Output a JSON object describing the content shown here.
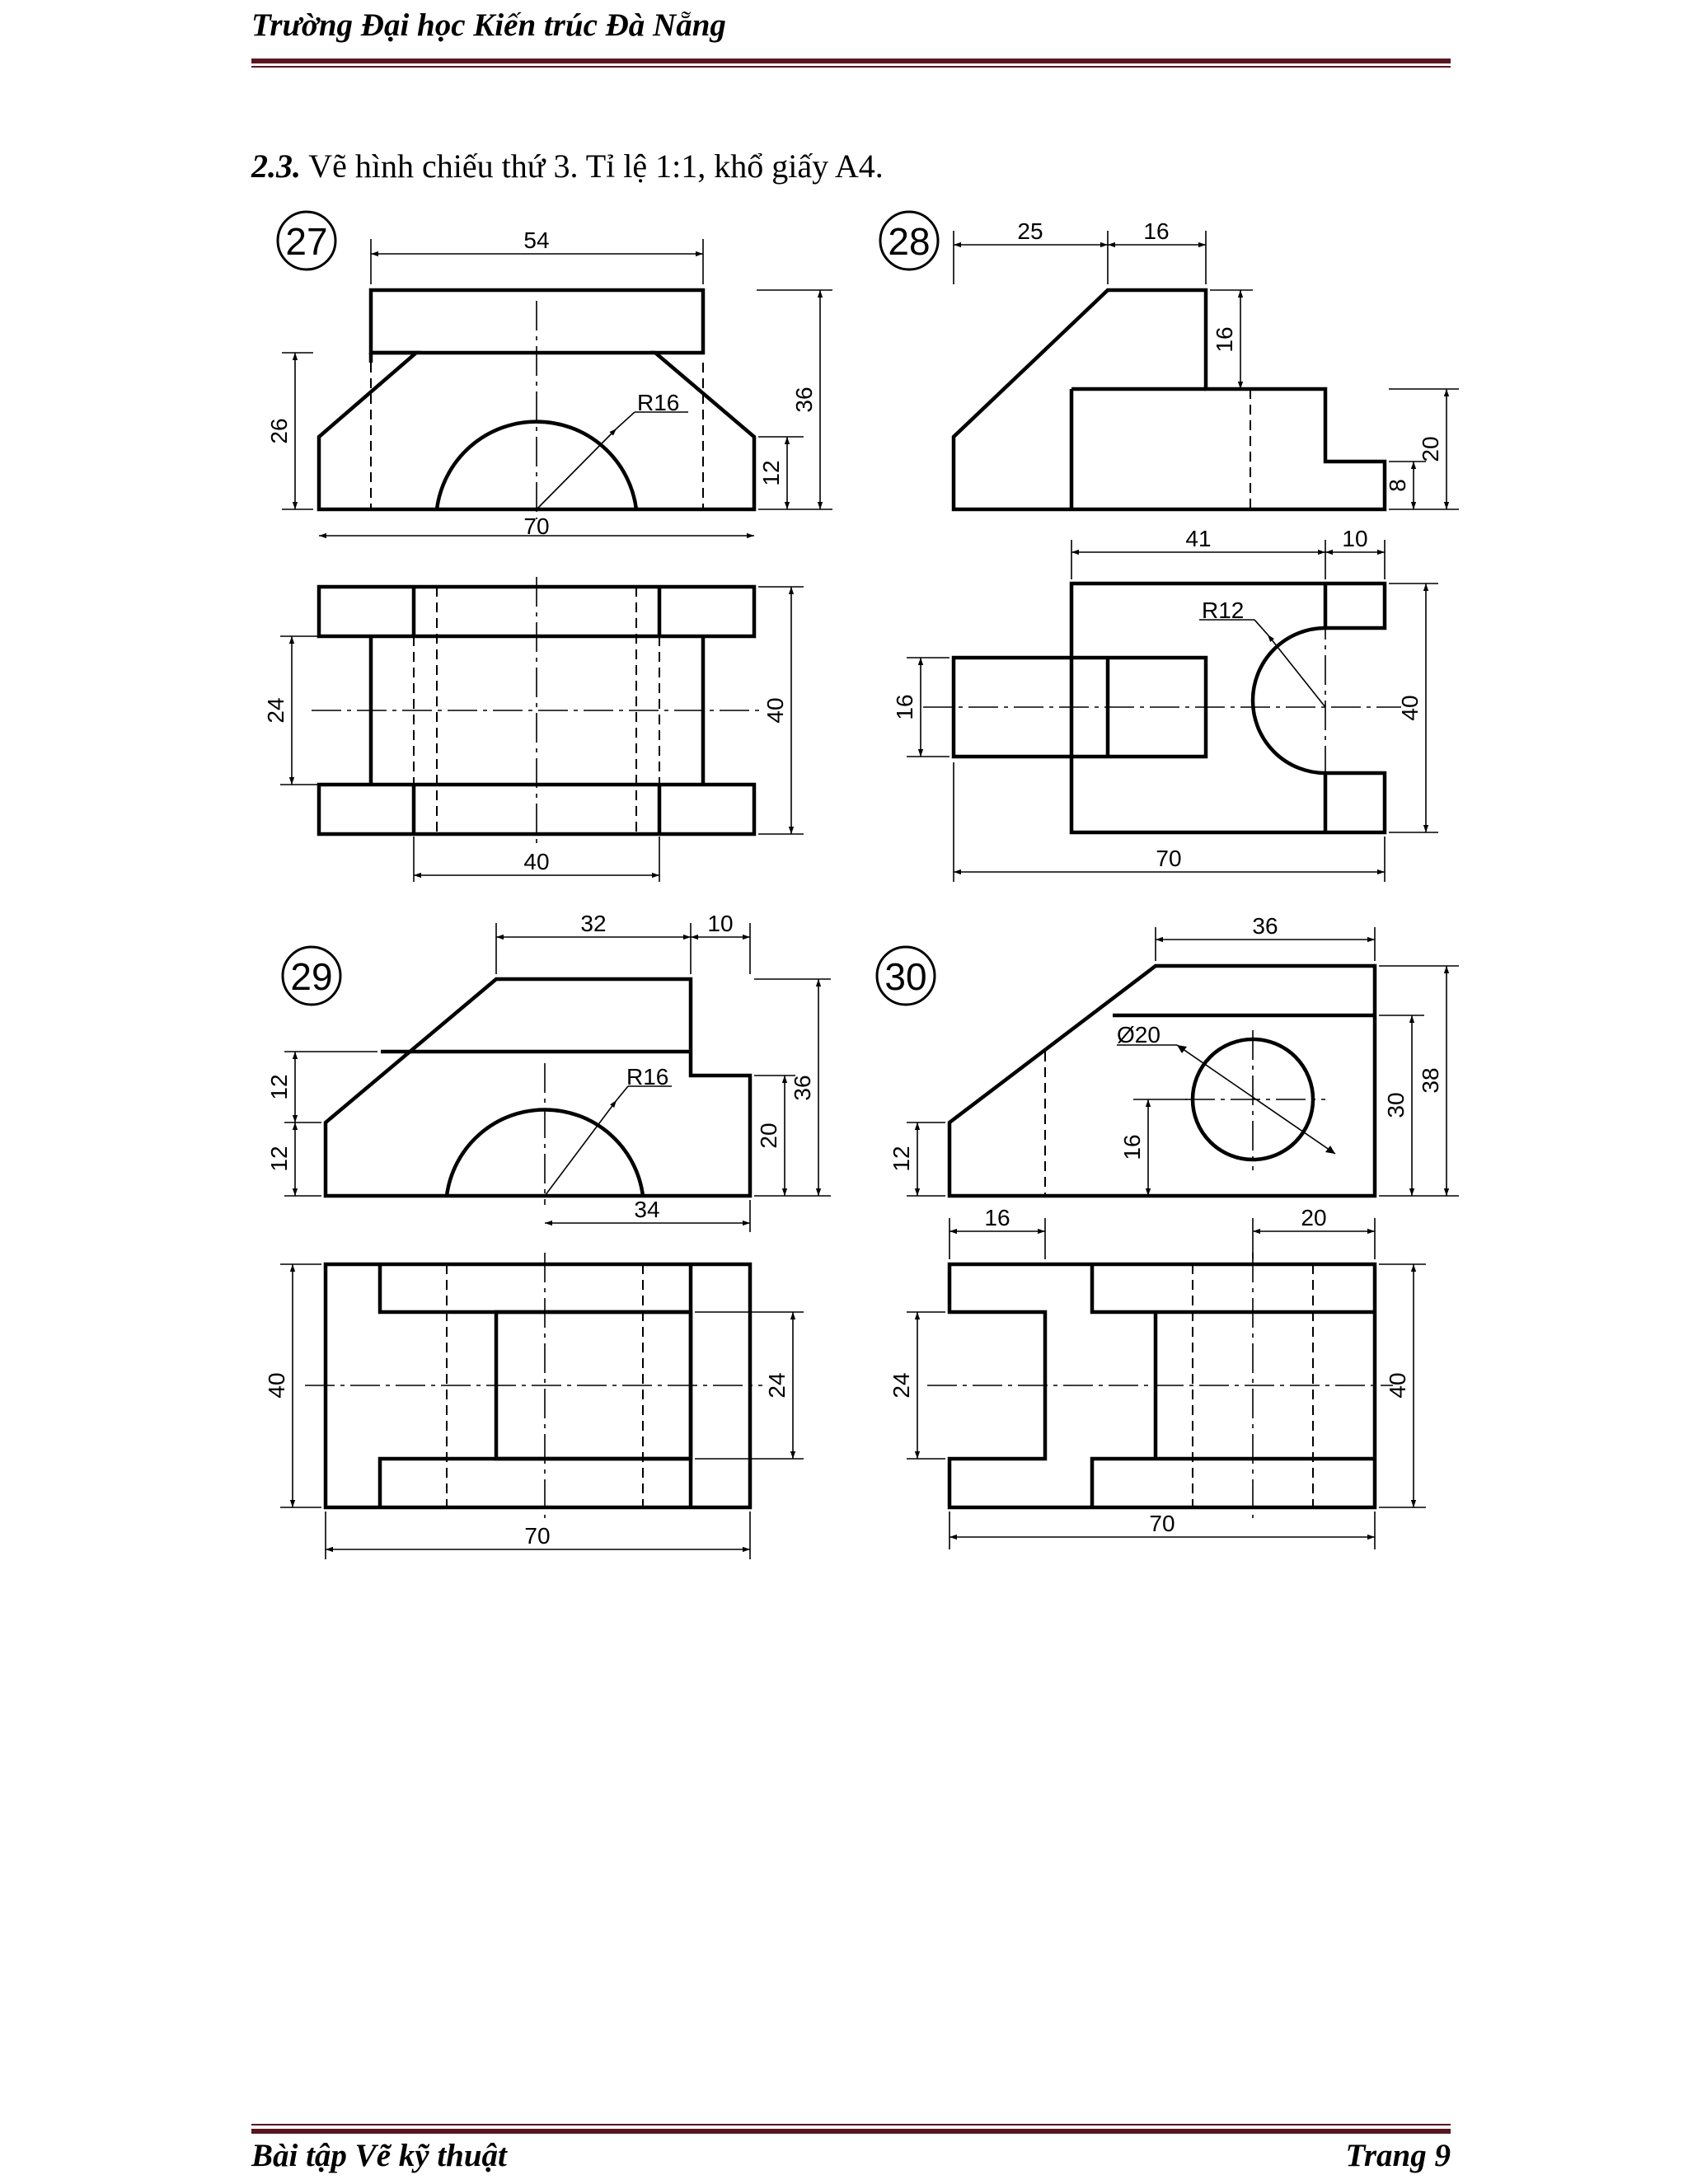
{
  "header": {
    "title": "Trường Đại học Kiến trúc Đà Nẵng"
  },
  "section": {
    "number": "2.3.",
    "text": "Vẽ hình chiếu thứ 3. Tỉ lệ 1:1, khổ giấy A4."
  },
  "figures": {
    "f27": {
      "number": "27",
      "dims": {
        "d54": "54",
        "d36": "36",
        "d26": "26",
        "d12": "12",
        "r16": "R16",
        "d70": "70",
        "d24": "24",
        "d40v": "40",
        "d40h": "40"
      }
    },
    "f28": {
      "number": "28",
      "dims": {
        "d25": "25",
        "d16t": "16",
        "d16v": "16",
        "d20": "20",
        "d8": "8",
        "d41": "41",
        "d10": "10",
        "r12": "R12",
        "d16p": "16",
        "d40": "40",
        "d70": "70"
      }
    },
    "f29": {
      "number": "29",
      "dims": {
        "d32": "32",
        "d10": "10",
        "d12a": "12",
        "d12b": "12",
        "r16": "R16",
        "d20": "20",
        "d36": "36",
        "d34": "34",
        "d40": "40",
        "d24": "24",
        "d70": "70"
      }
    },
    "f30": {
      "number": "30",
      "dims": {
        "d36": "36",
        "phi20": "Ø20",
        "d12": "12",
        "d16v": "16",
        "d30": "30",
        "d38": "38",
        "d16h": "16",
        "d20": "20",
        "d24": "24",
        "d40": "40",
        "d70": "70"
      }
    }
  },
  "footer": {
    "left": "Bài tập Vẽ kỹ thuật",
    "right": "Trang 9"
  }
}
